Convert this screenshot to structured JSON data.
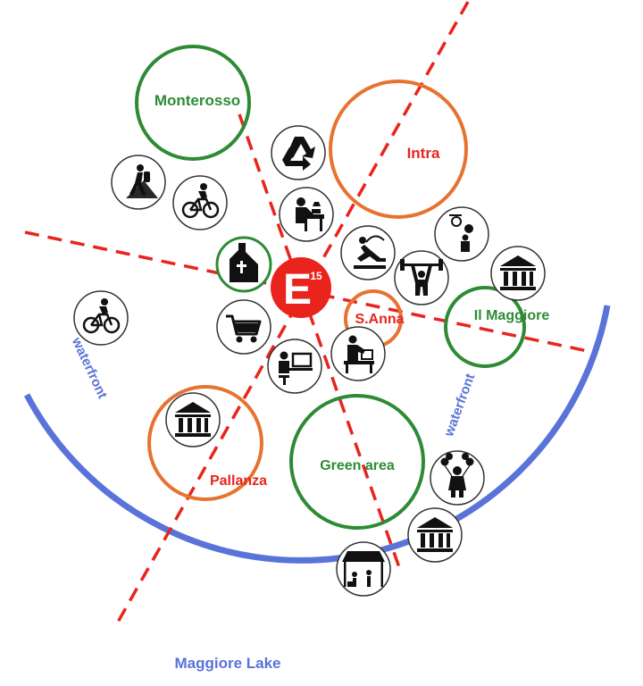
{
  "colors": {
    "axis": "#e8241d",
    "green": "#2e8b35",
    "orange": "#e67330",
    "red": "#e8241d",
    "blue": "#5a73d8",
    "ink": "#111111",
    "icon_ring": "#333333"
  },
  "logo": {
    "letter": "E",
    "number": "15"
  },
  "zones": {
    "monterosso": {
      "label": "Monterosso",
      "kind": "green"
    },
    "intra": {
      "label": "Intra",
      "kind": "orange"
    },
    "s_anna": {
      "label": "S.Anna",
      "kind": "orange"
    },
    "il_maggiore": {
      "label": "Il Maggiore",
      "kind": "green"
    },
    "pallanza": {
      "label": "Pallanza",
      "kind": "orange"
    },
    "green_area": {
      "label": "Green area",
      "kind": "green"
    }
  },
  "waterfront_left": "waterfront",
  "waterfront_right": "waterfront",
  "lake": "Maggiore Lake",
  "icons": [
    "hiking-icon",
    "cycling-icon",
    "recycling-icon",
    "craft-workshop-icon",
    "church-icon",
    "cycling-icon",
    "shopping-cart-icon",
    "gymnastics-icon",
    "weightlifting-icon",
    "basketball-icon",
    "museum-icon",
    "office-worker-icon",
    "computer-desk-icon",
    "museum-icon",
    "clown-balloons-icon",
    "museum-icon",
    "market-stall-icon"
  ]
}
